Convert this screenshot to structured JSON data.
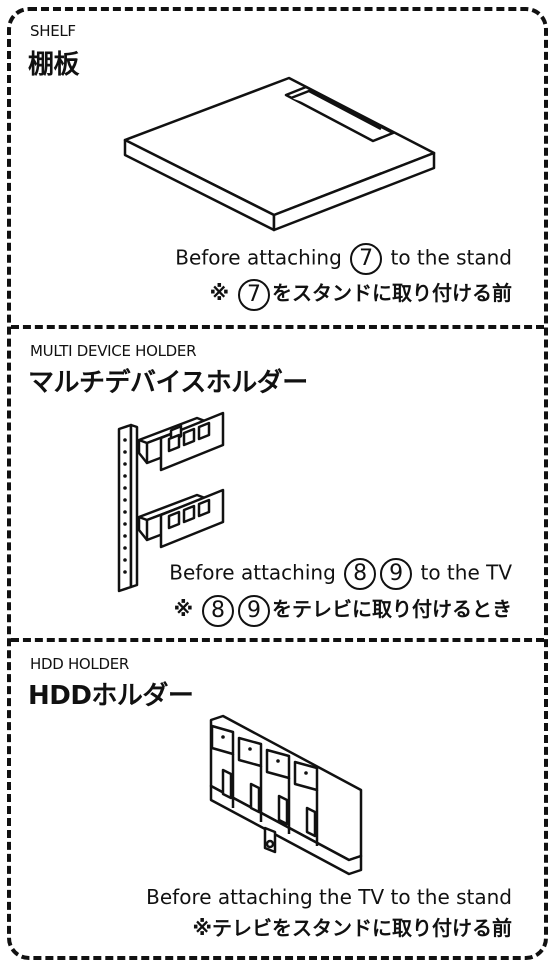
{
  "sections": [
    {
      "title_en": "SHELF",
      "title_jp": "棚板",
      "note_en_before": "Before attaching",
      "note_en_nums": [
        "7"
      ],
      "note_en_after": "to the stand",
      "note_jp_prefix": "※",
      "note_jp_nums": [
        "7"
      ],
      "note_jp_after": "をスタンドに取り付ける前"
    },
    {
      "title_en": "MULTI DEVICE HOLDER",
      "title_jp": "マルチデバイスホルダー",
      "note_en_before": "Before attaching",
      "note_en_nums": [
        "8",
        "9"
      ],
      "note_en_after": "to the TV",
      "note_jp_prefix": "※",
      "note_jp_nums": [
        "8",
        "9"
      ],
      "note_jp_after": "をテレビに取り付けるとき"
    },
    {
      "title_en": "HDD HOLDER",
      "title_jp": "HDDホルダー",
      "note_en": "Before attaching the TV to the stand",
      "note_jp": "※テレビをスタンドに取り付ける前"
    }
  ]
}
